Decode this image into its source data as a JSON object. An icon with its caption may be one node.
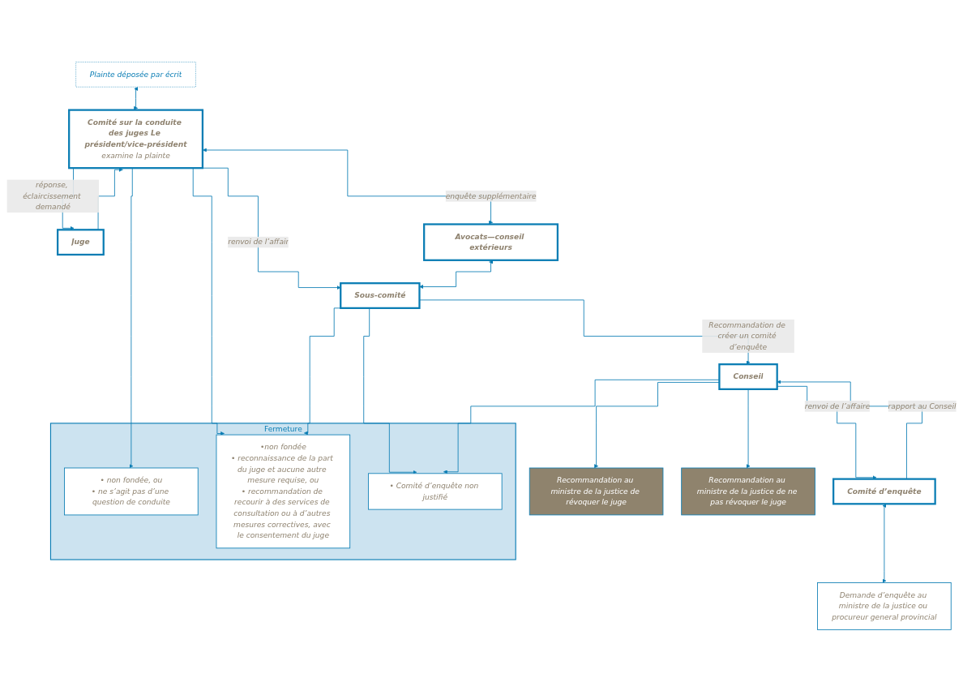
{
  "diagram": {
    "nodes": [
      {
        "text": [
          "Plainte déposée par écrit"
        ]
      },
      {
        "text": [
          "Comité sur la conduite des juges Le président/vice-président",
          "examine la plainte"
        ]
      },
      {
        "text": [
          "Juge"
        ]
      },
      {
        "text": [
          "Avocats—conseil extérieurs"
        ]
      },
      {
        "text": [
          "Sous-comité"
        ]
      },
      {
        "text": [
          "Conseil"
        ]
      },
      {
        "text": [
          "Comité d’enquête"
        ]
      },
      {
        "text": [
          "Demande d’enquête au ministre de la justice ou procureur general provincial"
        ]
      },
      {
        "text": [
          "Recommandation au ministre de la justice de révoquer le juge"
        ]
      },
      {
        "text": [
          "Recommandation au ministre de la justice de ne pas révoquer le juge"
        ]
      },
      {
        "text": [
          "Fermeture"
        ]
      },
      {
        "text": [
          "• non fondée, ou",
          "• ne s’agit pas d’une question de conduite"
        ],
        "in": 10
      },
      {
        "text": [
          "•non fondée",
          "• reconnaissance de la part du juge et aucune autre mesure requise, ou",
          "• recommandation de recourir à des services de consultation ou à d’autres mesures correctives, avec le consentement du juge"
        ],
        "in": 10
      },
      {
        "text": [
          "• Comité d’enquête non justifié"
        ],
        "in": 10
      }
    ],
    "edges": [
      {
        "from": 0,
        "to": 1,
        "arrow": "both"
      },
      {
        "from": 1,
        "to": 2,
        "arrow": "to",
        "label": "réponse, éclaircissement demandé"
      },
      {
        "from": 2,
        "to": 1,
        "arrow": "to"
      },
      {
        "from": 1,
        "to": 3,
        "arrow": "both",
        "label": "enquête supplémentaire"
      },
      {
        "from": 1,
        "to": 4,
        "arrow": "to",
        "label": "renvoi de l’affair"
      },
      {
        "from": 1,
        "to": 11,
        "arrow": "to"
      },
      {
        "from": 1,
        "to": 12,
        "arrow": "to"
      },
      {
        "from": 3,
        "to": 4,
        "arrow": "both"
      },
      {
        "from": 4,
        "to": 5,
        "arrow": "to",
        "label": "Recommandation de créer un comité d’enquête"
      },
      {
        "from": 4,
        "to": 12,
        "arrow": "to"
      },
      {
        "from": 4,
        "to": 13,
        "arrow": "to"
      },
      {
        "from": 5,
        "to": 13,
        "arrow": "to"
      },
      {
        "from": 5,
        "to": 6,
        "arrow": "to",
        "label": "renvoi de l’affaire"
      },
      {
        "from": 6,
        "to": 5,
        "arrow": "to",
        "label": "rapport au Conseil"
      },
      {
        "from": 6,
        "to": 7,
        "arrow": "both"
      },
      {
        "from": 5,
        "to": 8,
        "arrow": "to"
      },
      {
        "from": 5,
        "to": 9,
        "arrow": "to"
      }
    ]
  }
}
